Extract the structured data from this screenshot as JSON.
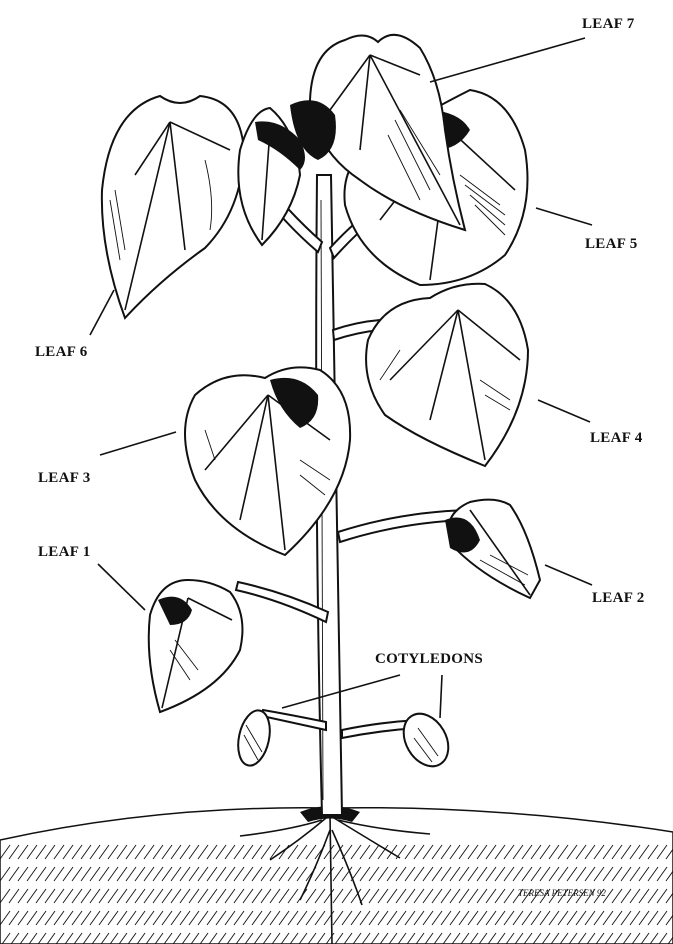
{
  "labels": {
    "leaf7": "LEAF 7",
    "leaf5": "LEAF 5",
    "leaf6": "LEAF 6",
    "leaf4": "LEAF 4",
    "leaf3": "LEAF 3",
    "leaf1": "LEAF 1",
    "leaf2": "LEAF 2",
    "cotyledons": "COTYLEDONS"
  },
  "signature": "TERESA PETERSEN 92",
  "colors": {
    "ink": "#111111",
    "paper": "#ffffff"
  }
}
